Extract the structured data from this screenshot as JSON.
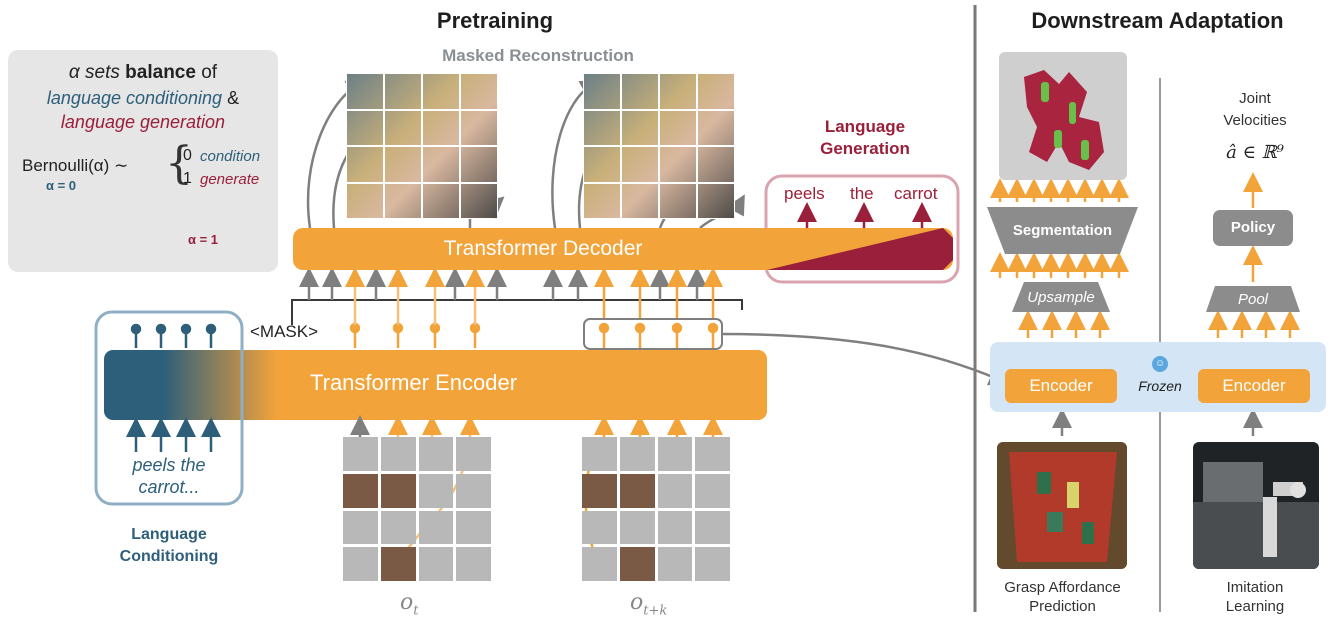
{
  "pretraining": {
    "title": "Pretraining",
    "masked_recon": "Masked Reconstruction",
    "decoder_label": "Transformer Decoder",
    "encoder_label": "Transformer Encoder",
    "mask_token": "<MASK>",
    "lang_gen_line1": "Language",
    "lang_gen_line2": "Generation",
    "gen_words": [
      "peels",
      "the",
      "carrot"
    ],
    "lang_cond_text": "peels the carrot...",
    "lang_cond_line1": "Language",
    "lang_cond_line2": "Conditioning",
    "obs_t": "o",
    "obs_t_sub": "t",
    "obs_tk_sub": "t+k"
  },
  "alpha_box": {
    "line1_pre": "α sets ",
    "line1_bold": "balance",
    "line1_post": " of",
    "line2": "language conditioning",
    "line2_amp": " &",
    "line3": "language generation",
    "bernoulli": "Bernoulli(α) ∼",
    "case0_num": "0",
    "case0_label": "condition",
    "case1_num": "1",
    "case1_label": "generate",
    "alpha0": "α = 0",
    "alpha1": "α = 1"
  },
  "downstream": {
    "title": "Downstream Adaptation",
    "segmentation": "Segmentation",
    "upsample": "Upsample",
    "joint_vel_line1": "Joint",
    "joint_vel_line2": "Velocities",
    "action": "â ∈ ℝ⁹",
    "policy": "Policy",
    "pool": "Pool",
    "encoder1": "Encoder",
    "encoder2": "Encoder",
    "frozen": "Frozen",
    "task1_line1": "Grasp Affordance",
    "task1_line2": "Prediction",
    "task2_line1": "Imitation",
    "task2_line2": "Learning"
  },
  "colors": {
    "orange": "#f2a33a",
    "dark_red": "#9a1f3a",
    "teal_blue": "#2e5f7a",
    "gray_arrow": "#7f7f7f"
  }
}
